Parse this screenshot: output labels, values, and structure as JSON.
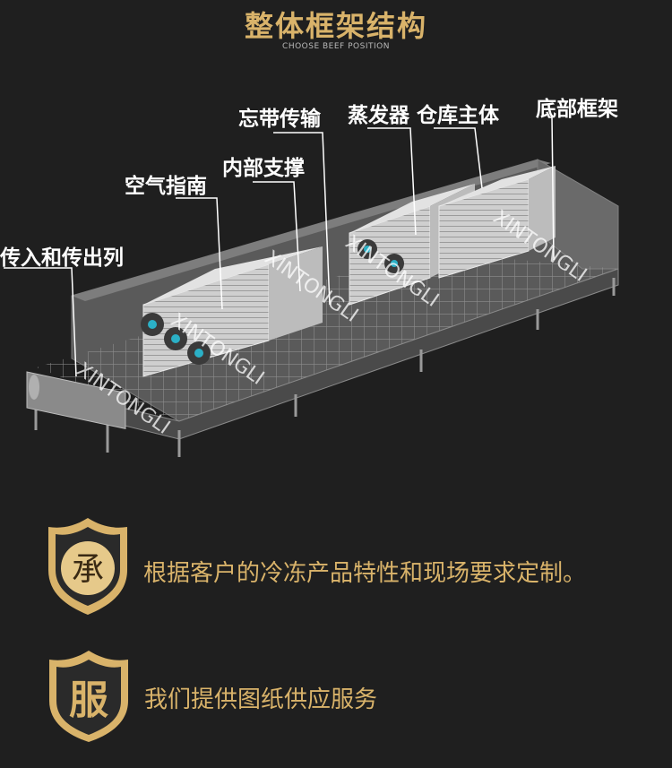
{
  "header": {
    "title": "整体框架结构",
    "subtitle": "CHOOSE BEEF POSITION"
  },
  "diagram": {
    "labels": {
      "feed": "传入和传出列",
      "air_guide": "空气指南",
      "inner_support": "内部支撑",
      "belt": "忘带传输",
      "evaporator": "蒸发器",
      "warehouse": "仓库主体",
      "base_frame": "底部框架"
    },
    "watermark": "XINTONGLI",
    "colors": {
      "frame": "#6e6e6e",
      "panel": "#8c8c8c",
      "evaporator": "#d6d6d6",
      "fan_hub": "#2bb0c6"
    }
  },
  "points": [
    {
      "badge_char": "承",
      "text": "根据客户的冷冻产品特性和现场要求定制。"
    },
    {
      "badge_char": "服",
      "text": "我们提供图纸供应服务"
    }
  ],
  "colors": {
    "accent": "#d9b36a",
    "background": "#1f1f1f"
  }
}
